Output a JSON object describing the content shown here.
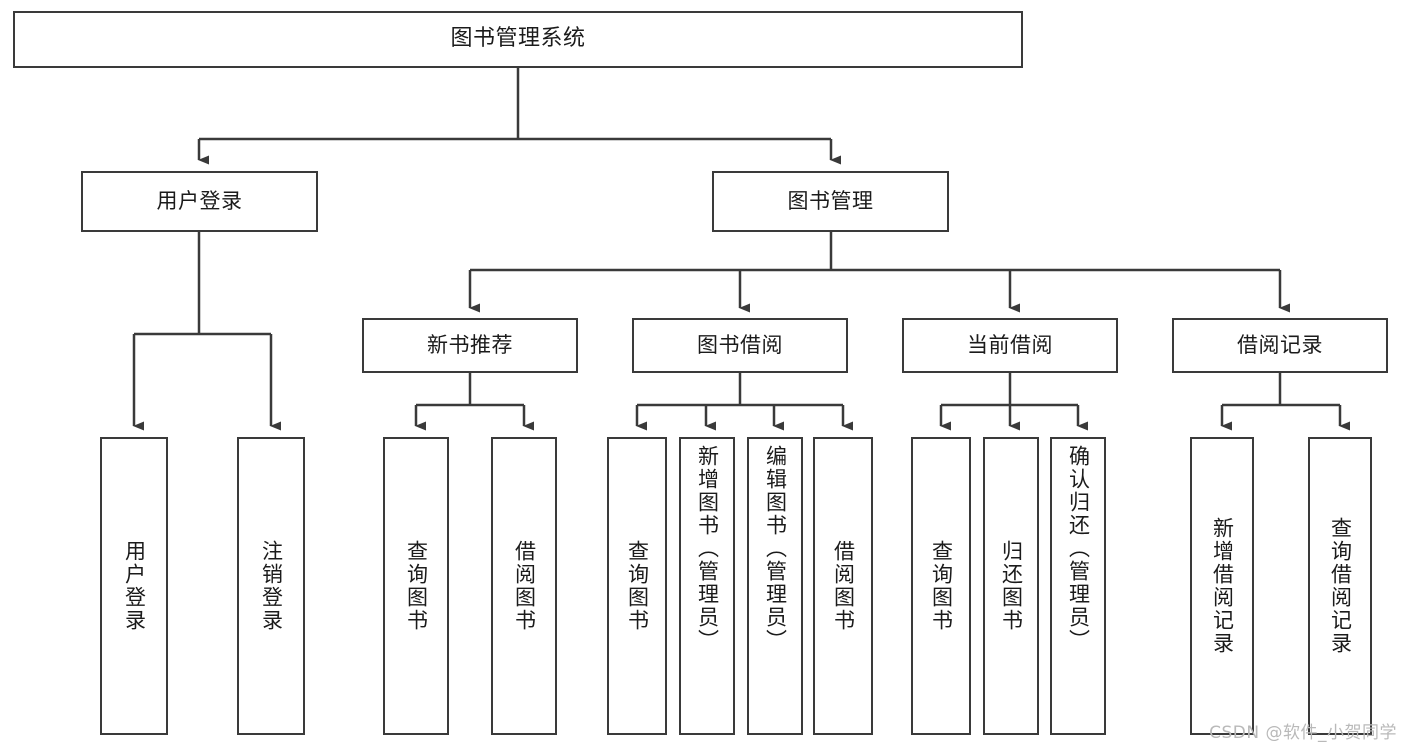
{
  "diagram": {
    "title": "图书管理系统",
    "type": "tree",
    "watermark": "CSDN @软件_小贺同学",
    "colors": {
      "stroke": "#3a3a3a",
      "fill": "#ffffff",
      "text": "#1b1b1b",
      "watermark": "#b9b9b9"
    },
    "nodes": {
      "root": {
        "label": "图书管理系统"
      },
      "level1": [
        {
          "label": "用户登录"
        },
        {
          "label": "图书管理"
        }
      ],
      "level2": [
        {
          "label": "新书推荐"
        },
        {
          "label": "图书借阅"
        },
        {
          "label": "当前借阅"
        },
        {
          "label": "借阅记录"
        }
      ],
      "leaves": {
        "user_login": [
          {
            "label": "用户登录"
          },
          {
            "label": "注销登录"
          }
        ],
        "new_book_recommend": [
          {
            "label": "查询图书"
          },
          {
            "label": "借阅图书"
          }
        ],
        "book_borrow": [
          {
            "label": "查询图书"
          },
          {
            "label": "新增图书（管理员）"
          },
          {
            "label": "编辑图书（管理员）"
          },
          {
            "label": "借阅图书"
          }
        ],
        "current_borrow": [
          {
            "label": "查询图书"
          },
          {
            "label": "归还图书"
          },
          {
            "label": "确认归还（管理员）"
          }
        ],
        "borrow_record": [
          {
            "label": "新增借阅记录"
          },
          {
            "label": "查询借阅记录"
          }
        ]
      }
    }
  }
}
